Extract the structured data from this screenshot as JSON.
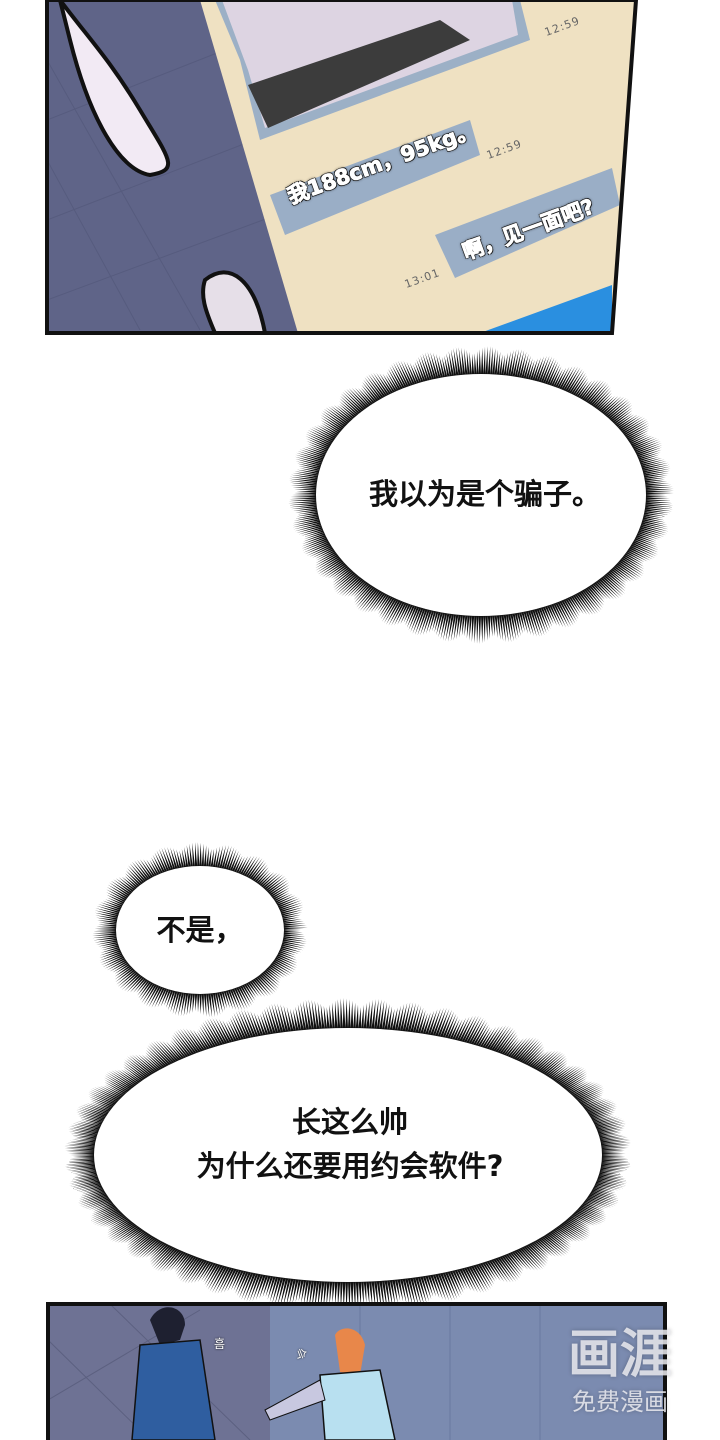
{
  "panel_top": {
    "chat_messages": [
      {
        "text": "我188cm，95kg。",
        "time": "12:59",
        "side": "left"
      },
      {
        "text": "啊，见一面吧?",
        "time": "13:01",
        "side": "right"
      }
    ],
    "photo_time": "12:59"
  },
  "bubbles": [
    {
      "lines": [
        "我以为是个骗子。"
      ]
    },
    {
      "lines": [
        "不是，"
      ]
    },
    {
      "lines": [
        "长这么帅",
        "为什么还要用约会软件?"
      ]
    }
  ],
  "panel_bottom": {
    "sfx_left": "흠",
    "sfx_right": "슥"
  },
  "watermark": {
    "logo": "画涯",
    "tagline": "免费漫画"
  },
  "colors": {
    "floor": "#5f6488",
    "phone_bg": "#efe1c2",
    "chat_bubble": "#9aaec6",
    "screen_blue": "#2a8fe0",
    "wall": "#7888ac"
  }
}
